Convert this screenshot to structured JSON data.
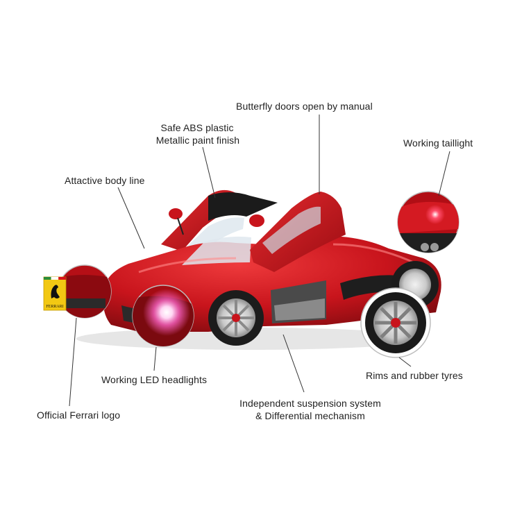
{
  "callouts": {
    "butterfly_doors": "Butterfly doors open by manual",
    "abs_line1": "Safe ABS plastic",
    "abs_line2": "Metallic paint finish",
    "taillight": "Working taillight",
    "body_line": "Attactive body line",
    "led_headlights": "Working LED headlights",
    "rims_tyres": "Rims and rubber tyres",
    "suspension_line1": "Independent suspension system",
    "suspension_line2": "& Differential mechanism",
    "ferrari_logo": "Official Ferrari logo"
  },
  "badge": {
    "text": "FERRARI"
  },
  "colors": {
    "car_red": "#c8141c",
    "car_dark_red": "#8a0a10",
    "badge_yellow": "#f2c813",
    "headlight_glow": "#ff6bd0",
    "leader_line": "#333333"
  }
}
